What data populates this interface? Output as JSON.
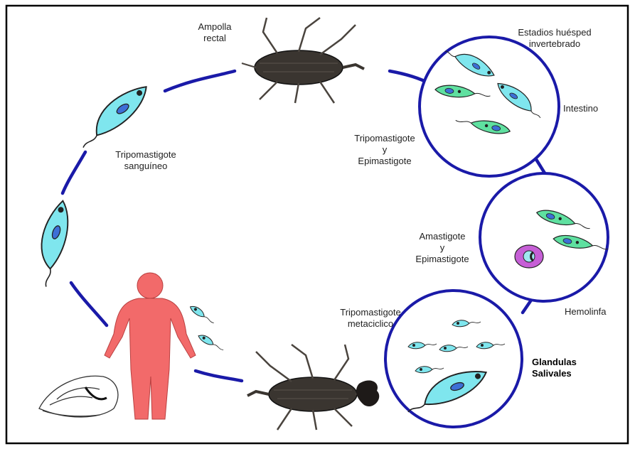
{
  "labels": {
    "ampolla": [
      "Ampolla",
      "rectal"
    ],
    "estadios": [
      "Estadios huésped",
      "invertebrado"
    ],
    "intestino": "Intestino",
    "tripo_epi": [
      "Tripomastigote",
      "y",
      "Epimastigote"
    ],
    "tripo_sang": [
      "Tripomastigote",
      "sanguíneo"
    ],
    "amasti": [
      "Amastigote",
      "y",
      "Epimastigote"
    ],
    "hemolinfa": "Hemolinfa",
    "tripo_meta": [
      "Tripomastigote",
      "metaciclico"
    ],
    "glandulas": [
      "Glandulas",
      "Salivales"
    ]
  },
  "colors": {
    "cycle_line": "#1a1aa8",
    "border": "#000000",
    "trypanosome": "#7fe6ee",
    "epimastigote": "#5fe0a0",
    "nucleus": "#3d6fd6",
    "human": "#f26a6a",
    "bug": "#3a3530",
    "amastigote_cell": "#c65fd6"
  }
}
